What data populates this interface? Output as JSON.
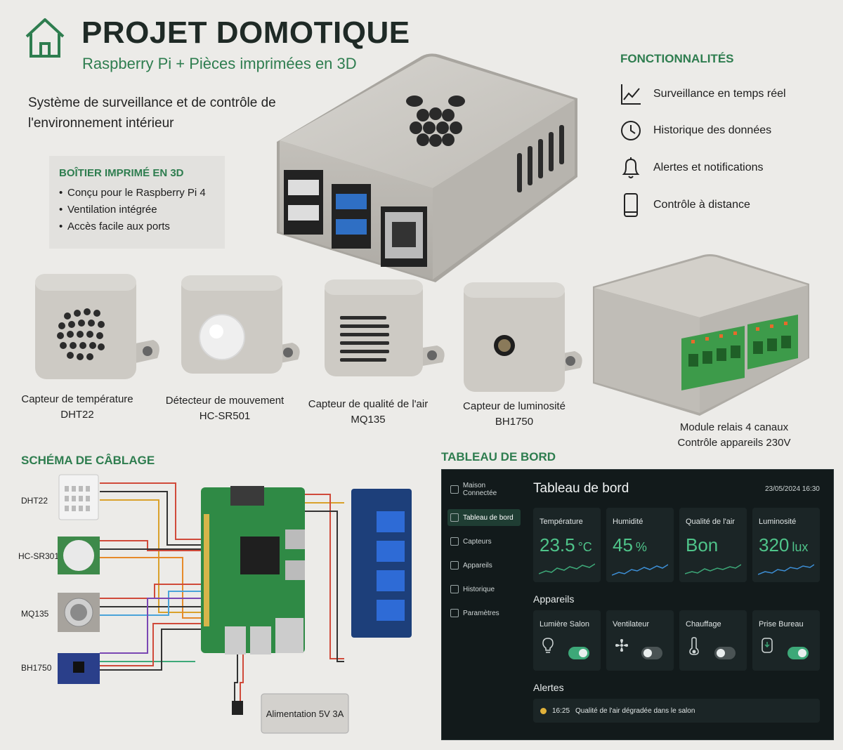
{
  "header": {
    "title": "PROJET DOMOTIQUE",
    "subtitle": "Raspberry Pi + Pièces imprimées en 3D",
    "description": "Système de surveillance et de contrôle de l'environnement intérieur"
  },
  "box_panel": {
    "title": "BOÎTIER IMPRIMÉ EN 3D",
    "items": [
      "Conçu pour le Raspberry Pi 4",
      "Ventilation intégrée",
      "Accès facile aux ports"
    ]
  },
  "features": {
    "title": "FONCTIONNALITÉS",
    "items": [
      {
        "label": "Surveillance en temps réel",
        "icon": "chart-line-icon"
      },
      {
        "label": "Historique des données",
        "icon": "clock-icon"
      },
      {
        "label": "Alertes et notifications",
        "icon": "bell-icon"
      },
      {
        "label": "Contrôle à distance",
        "icon": "smartphone-icon"
      }
    ]
  },
  "modules": [
    {
      "line1": "Capteur de température",
      "line2": "DHT22"
    },
    {
      "line1": "Détecteur de mouvement",
      "line2": "HC-SR501"
    },
    {
      "line1": "Capteur de qualité de l'air",
      "line2": "MQ135"
    },
    {
      "line1": "Capteur de luminosité",
      "line2": "BH1750"
    },
    {
      "line1": "Module relais 4 canaux",
      "line2": "Contrôle appareils 230V"
    }
  ],
  "wiring": {
    "title": "SCHÉMA DE CÂBLAGE",
    "sensors": [
      "DHT22",
      "HC-SR301",
      "MQ135",
      "BH1750"
    ],
    "power_label": "Alimentation 5V 3A"
  },
  "dashboard": {
    "section_title": "TABLEAU DE BORD",
    "app_name": "Maison Connectée",
    "nav": [
      "Tableau de bord",
      "Capteurs",
      "Appareils",
      "Historique",
      "Paramètres"
    ],
    "title": "Tableau de bord",
    "datetime": "23/05/2024 16:30",
    "cards": [
      {
        "label": "Température",
        "value": "23.5",
        "unit": "°C"
      },
      {
        "label": "Humidité",
        "value": "45",
        "unit": "%"
      },
      {
        "label": "Qualité de l'air",
        "value": "Bon",
        "unit": ""
      },
      {
        "label": "Luminosité",
        "value": "320",
        "unit": "lux"
      }
    ],
    "devices_title": "Appareils",
    "devices": [
      {
        "label": "Lumière Salon",
        "on": true
      },
      {
        "label": "Ventilateur",
        "on": false
      },
      {
        "label": "Chauffage",
        "on": false
      },
      {
        "label": "Prise Bureau",
        "on": true
      }
    ],
    "alerts_title": "Alertes",
    "alert": {
      "time": "16:25",
      "text": "Qualité de l'air dégradée dans le salon"
    },
    "colors": {
      "accent": "#4fc48a",
      "background": "#121a1b",
      "card": "#1b2526",
      "alert_dot": "#e0b13a"
    }
  }
}
